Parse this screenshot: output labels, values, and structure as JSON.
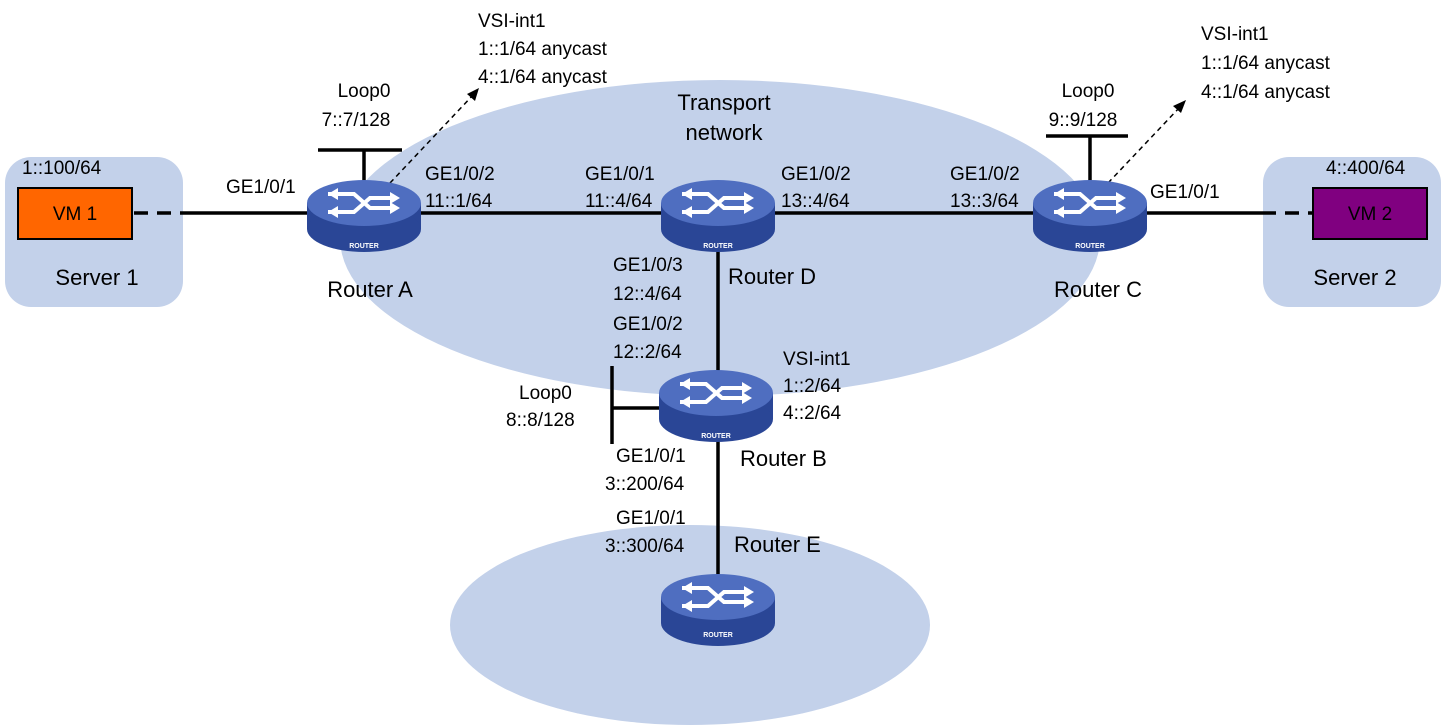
{
  "colors": {
    "cloud": "#c3d1ea",
    "server_box": "#c3d1ea",
    "vm1": "#ff6600",
    "vm2": "#800080",
    "router_top": "#4f6ec0",
    "router_side": "#2a4696",
    "line": "#000000"
  },
  "icons": {
    "router": "router-icon"
  },
  "clouds": {
    "transport_label": [
      "Transport",
      "network"
    ]
  },
  "servers": {
    "server1": {
      "name": "Server 1",
      "vm_label": "VM 1",
      "ip": "1::100/64"
    },
    "server2": {
      "name": "Server 2",
      "vm_label": "VM 2",
      "ip": "4::400/64"
    }
  },
  "routers": {
    "a": {
      "name": "Router A",
      "icon_text": "ROUTER",
      "loop_name": "Loop0",
      "loop_ip": "7::7/128",
      "vsi_lines": [
        "VSI-int1",
        "1::1/64 anycast",
        "4::1/64 anycast"
      ],
      "to_server_if": "GE1/0/1",
      "to_d_if": "GE1/0/2",
      "to_d_ip": "11::1/64"
    },
    "c": {
      "name": "Router C",
      "icon_text": "ROUTER",
      "loop_name": "Loop0",
      "loop_ip": "9::9/128",
      "vsi_lines": [
        "VSI-int1",
        "1::1/64 anycast",
        "4::1/64 anycast"
      ],
      "to_server_if": "GE1/0/1",
      "to_d_if": "GE1/0/2",
      "to_d_ip": "13::3/64"
    },
    "d": {
      "name": "Router D",
      "icon_text": "ROUTER",
      "to_a_if": "GE1/0/1",
      "to_a_ip": "11::4/64",
      "to_c_if": "GE1/0/2",
      "to_c_ip": "13::4/64",
      "to_b_if": "GE1/0/3",
      "to_b_ip": "12::4/64"
    },
    "b": {
      "name": "Router B",
      "icon_text": "ROUTER",
      "to_d_if": "GE1/0/2",
      "to_d_ip": "12::2/64",
      "loop_name": "Loop0",
      "loop_ip": "8::8/128",
      "vsi_lines": [
        "VSI-int1",
        "1::2/64",
        "4::2/64"
      ],
      "to_e_if": "GE1/0/1",
      "to_e_ip": "3::200/64"
    },
    "e": {
      "name": "Router E",
      "icon_text": "ROUTER",
      "to_b_if": "GE1/0/1",
      "to_b_ip": "3::300/64"
    }
  }
}
